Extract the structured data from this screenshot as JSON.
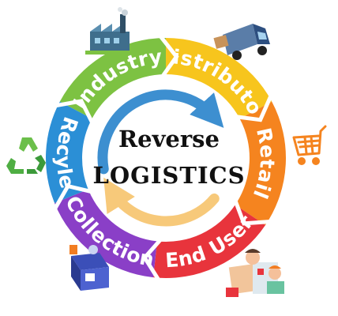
{
  "center": {
    "line1": "Reverse",
    "line2": "LOGISTICS"
  },
  "segments": [
    {
      "id": "industry",
      "label": "Industry",
      "color": "#7dc242",
      "icon": "factory-icon"
    },
    {
      "id": "distributor",
      "label": "Distributor",
      "color": "#f7c51d",
      "icon": "delivery-truck-icon"
    },
    {
      "id": "retail",
      "label": "Retail",
      "color": "#f5841f",
      "icon": "shopping-cart-icon"
    },
    {
      "id": "end-user",
      "label": "End User",
      "color": "#e8343c",
      "icon": "people-with-packages-icon"
    },
    {
      "id": "collection",
      "label": "Collection",
      "color": "#8a3fc7",
      "icon": "collection-box-icon"
    },
    {
      "id": "recycle",
      "label": "Recyle",
      "color": "#2b8fd6",
      "icon": "recycle-icon"
    }
  ],
  "arrows": {
    "forward_color": "#3d8fd0",
    "return_color": "#f7c97a"
  }
}
